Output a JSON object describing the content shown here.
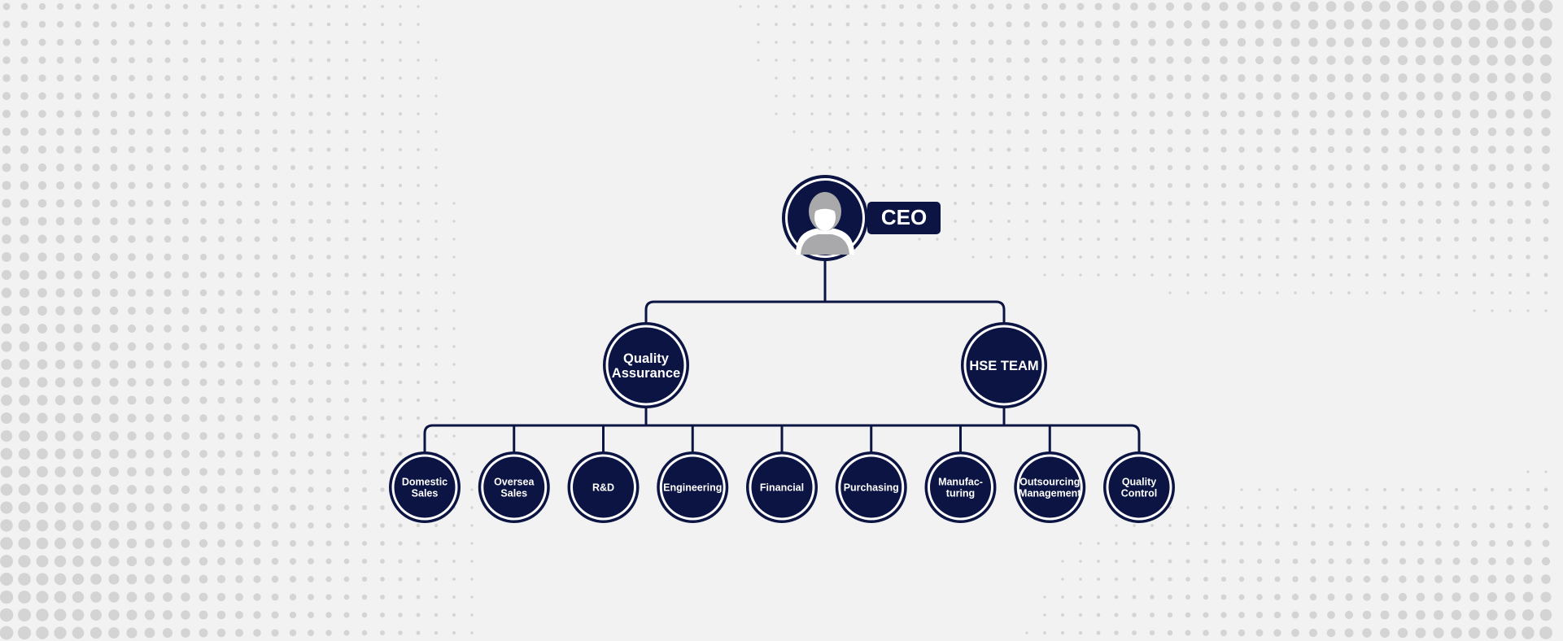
{
  "colors": {
    "background": "#f2f2f2",
    "dots": "#d4d4d4",
    "navy": "#0b1442",
    "ring": "#ffffff",
    "avatar": "#a9a9ab"
  },
  "icons": {
    "ceo_avatar": "person-avatar-icon"
  },
  "ceo": {
    "label": "CEO"
  },
  "level2": [
    {
      "id": "quality-assurance",
      "lines": [
        "Quality",
        "Assurance"
      ]
    },
    {
      "id": "hse-team",
      "lines": [
        "HSE TEAM"
      ]
    }
  ],
  "departments": [
    {
      "id": "domestic-sales",
      "lines": [
        "Domestic",
        "Sales"
      ]
    },
    {
      "id": "oversea-sales",
      "lines": [
        "Oversea",
        "Sales"
      ]
    },
    {
      "id": "r-and-d",
      "lines": [
        "R&D"
      ]
    },
    {
      "id": "engineering",
      "lines": [
        "Engineering"
      ]
    },
    {
      "id": "financial",
      "lines": [
        "Financial"
      ]
    },
    {
      "id": "purchasing",
      "lines": [
        "Purchasing"
      ]
    },
    {
      "id": "manufacturing",
      "lines": [
        "Manufac-",
        "turing"
      ]
    },
    {
      "id": "outsourcing-management",
      "lines": [
        "Outsourcing",
        "Management"
      ]
    },
    {
      "id": "quality-control",
      "lines": [
        "Quality",
        "Control"
      ]
    }
  ]
}
